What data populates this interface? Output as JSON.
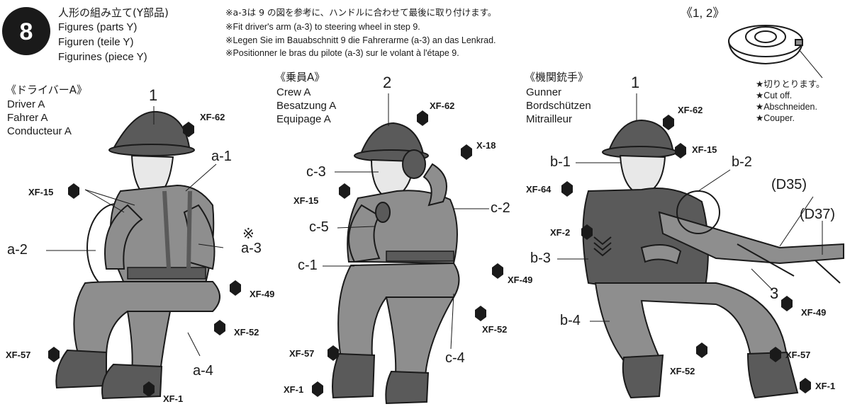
{
  "step": {
    "number": "8",
    "title_jp": "人形の組み立て(Y部品)",
    "title_en": "Figures (parts Y)",
    "title_de": "Figuren (teile Y)",
    "title_fr": "Figurines (piece Y)"
  },
  "notes": {
    "jp": "※a-3は 9 の図を参考に、ハンドルに合わせて最後に取り付けます。",
    "en": "※Fit driver's arm (a-3) to steering wheel in step 9.",
    "de": "※Legen Sie im Bauabschnitt 9 die Fahrerarme (a-3) an das Lenkrad.",
    "fr": "※Positionner le bras du pilote (a-3) sur le volant à l'étape 9."
  },
  "inset": {
    "title": "《1, 2》",
    "cut_lines": [
      "★切りとります。",
      "★Cut off.",
      "★Abschneiden.",
      "★Couper."
    ]
  },
  "figures": [
    {
      "heading": [
        "《ドライバーA》",
        "Driver A",
        "Fahrer A",
        "Conducteur A"
      ],
      "part_number": "1",
      "labels": [
        "a-1",
        "a-2",
        "※",
        "a-3",
        "a-4"
      ],
      "tags": [
        "XF-62",
        "XF-15",
        "XF-49",
        "XF-52",
        "XF-57",
        "XF-1"
      ]
    },
    {
      "heading": [
        "《乗員A》",
        "Crew A",
        "Besatzung A",
        "Equipage A"
      ],
      "part_number": "2",
      "labels": [
        "c-3",
        "c-5",
        "c-1",
        "c-2",
        "c-4"
      ],
      "tags": [
        "XF-62",
        "X-18",
        "XF-15",
        "XF-49",
        "XF-52",
        "XF-57",
        "XF-1"
      ]
    },
    {
      "heading": [
        "《機関銃手》",
        "Gunner",
        "Bordschützen",
        "Mitrailleur"
      ],
      "part_number": "1",
      "labels": [
        "b-1",
        "b-2",
        "b-3",
        "b-4"
      ],
      "part_number_gun": "3",
      "variants": [
        "(D35)",
        "(D37)"
      ],
      "tags": [
        "XF-62",
        "XF-15",
        "XF-64",
        "XF-2",
        "XF-49",
        "XF-57",
        "XF-52",
        "XF-1"
      ]
    }
  ],
  "colors": {
    "ink": "#1a1a1a",
    "paper": "#ffffff",
    "figure_gray": "#8e8e8e",
    "figure_dark": "#5a5a5a"
  }
}
